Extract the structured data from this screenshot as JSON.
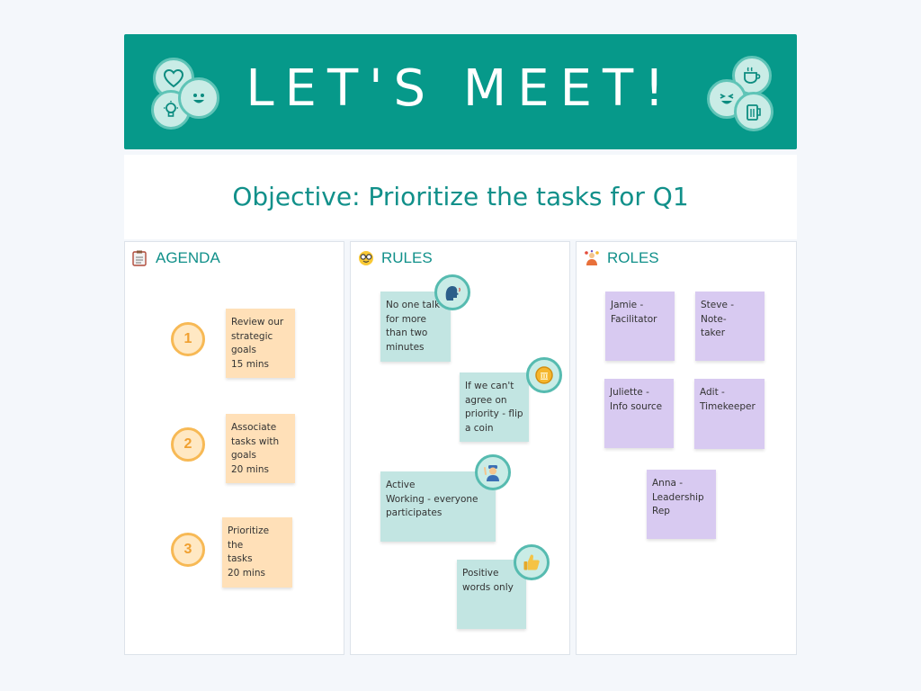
{
  "banner": {
    "title": "LET'S MEET!"
  },
  "objective": {
    "text": "Objective: Prioritize the tasks for Q1"
  },
  "agenda": {
    "title": "AGENDA",
    "items": [
      {
        "number": "1",
        "lines": [
          "Review our",
          "strategic",
          "goals",
          "15 mins"
        ]
      },
      {
        "number": "2",
        "lines": [
          "Associate",
          "tasks with",
          "goals",
          "20 mins"
        ]
      },
      {
        "number": "3",
        "lines": [
          "Prioritize the",
          "tasks",
          "20 mins"
        ]
      }
    ]
  },
  "rules": {
    "title": "RULES",
    "items": [
      {
        "lines": [
          "No one talk",
          "for more",
          "than two",
          "minutes"
        ],
        "icon": "speaking-head-icon"
      },
      {
        "lines": [
          "If we can't",
          "agree on",
          "priority - flip",
          "a coin"
        ],
        "icon": "coin-icon"
      },
      {
        "lines": [
          "Active",
          "Working - everyone",
          "participates"
        ],
        "icon": "raising-hand-person-icon"
      },
      {
        "lines": [
          "Positive",
          "words only"
        ],
        "icon": "thumbs-up-icon"
      }
    ]
  },
  "roles": {
    "title": "ROLES",
    "items": [
      {
        "lines": [
          "Jamie -",
          "Facilitator"
        ]
      },
      {
        "lines": [
          "Steve - Note-",
          "taker"
        ]
      },
      {
        "lines": [
          "Juliette -",
          "Info source"
        ]
      },
      {
        "lines": [
          "Adit -",
          "Timekeeper"
        ]
      },
      {
        "lines": [
          "Anna -",
          "Leadership",
          "Rep"
        ]
      }
    ]
  },
  "colors": {
    "banner": "#06998a",
    "accent_text": "#11908a",
    "agenda_note": "#ffe0b8",
    "rules_note": "#c2e5e2",
    "roles_note": "#d8caf1",
    "number_ring": "#f7b955"
  }
}
